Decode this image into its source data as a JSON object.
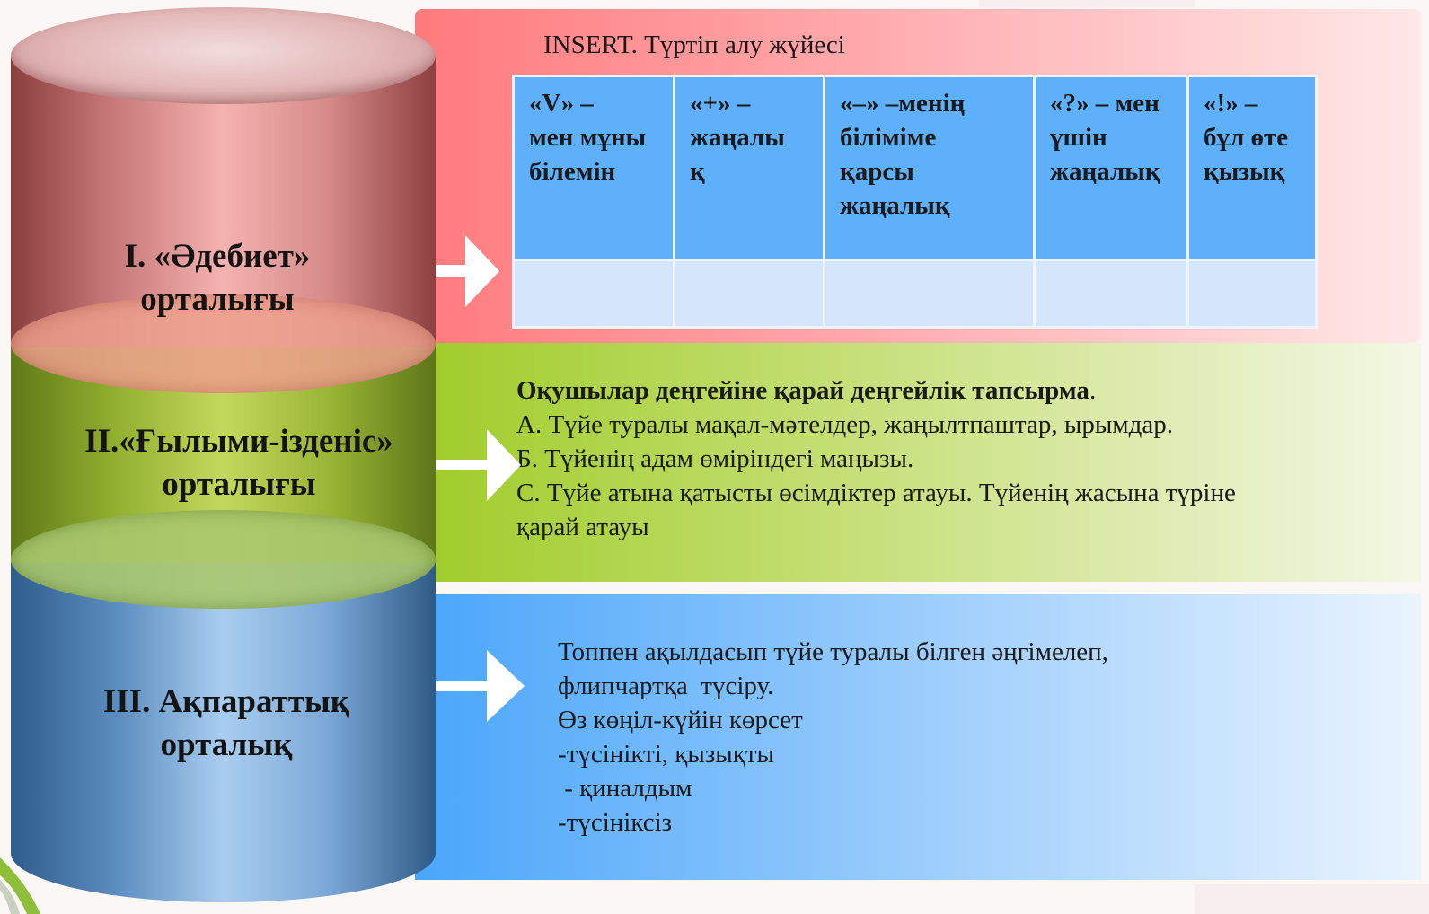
{
  "cylinder": {
    "segments": [
      {
        "line1": "I. «Әдебиет»",
        "line2": "орталығы"
      },
      {
        "line1": "II.«Ғылыми-ізденіс»",
        "line2": "орталығы"
      },
      {
        "line1": "III. Ақпараттық",
        "line2": "орталық"
      }
    ]
  },
  "insert": {
    "title": "INSERT.  Түртіп алу жүйесі",
    "columns": [
      [
        "«V» –",
        "мен мұны",
        "білемін"
      ],
      [
        "«+» –",
        "жаңалы",
        "қ"
      ],
      [
        "«–» –менің",
        "біліміме",
        "қарсы",
        "жаңалық"
      ],
      [
        "«?» – мен",
        "үшін",
        "жаңалық"
      ],
      [
        "«!» –",
        "бұл өте",
        "қызық"
      ]
    ]
  },
  "tasks": {
    "heading": "Оқушылар деңгейіне қарай деңгейлік тапсырма",
    "heading_end": ".",
    "lines": [
      "А. Түйе туралы мақал-мәтелдер, жаңылтпаштар, ырымдар.",
      "Б. Түйенің адам өміріндегі маңызы.",
      "С. Түйе атына қатысты өсімдіктер атауы. Түйенің жасына түріне",
      "қарай атауы"
    ]
  },
  "info": {
    "lines": [
      "Топпен ақылдасып түйе туралы білген әңгімелеп,",
      "флипчартқа  түсіру.",
      "Өз көңіл-күйін көрсет",
      "-түсінікті, қызықты",
      " - қиналдым",
      "-түсініксіз"
    ]
  },
  "colors": {
    "red_panel": "#ff7a7d",
    "green_panel": "#9fcc28",
    "blue_panel": "#4aa6fb",
    "table_header": "#5eb0fb",
    "table_empty_row": "#d4e5fc"
  }
}
